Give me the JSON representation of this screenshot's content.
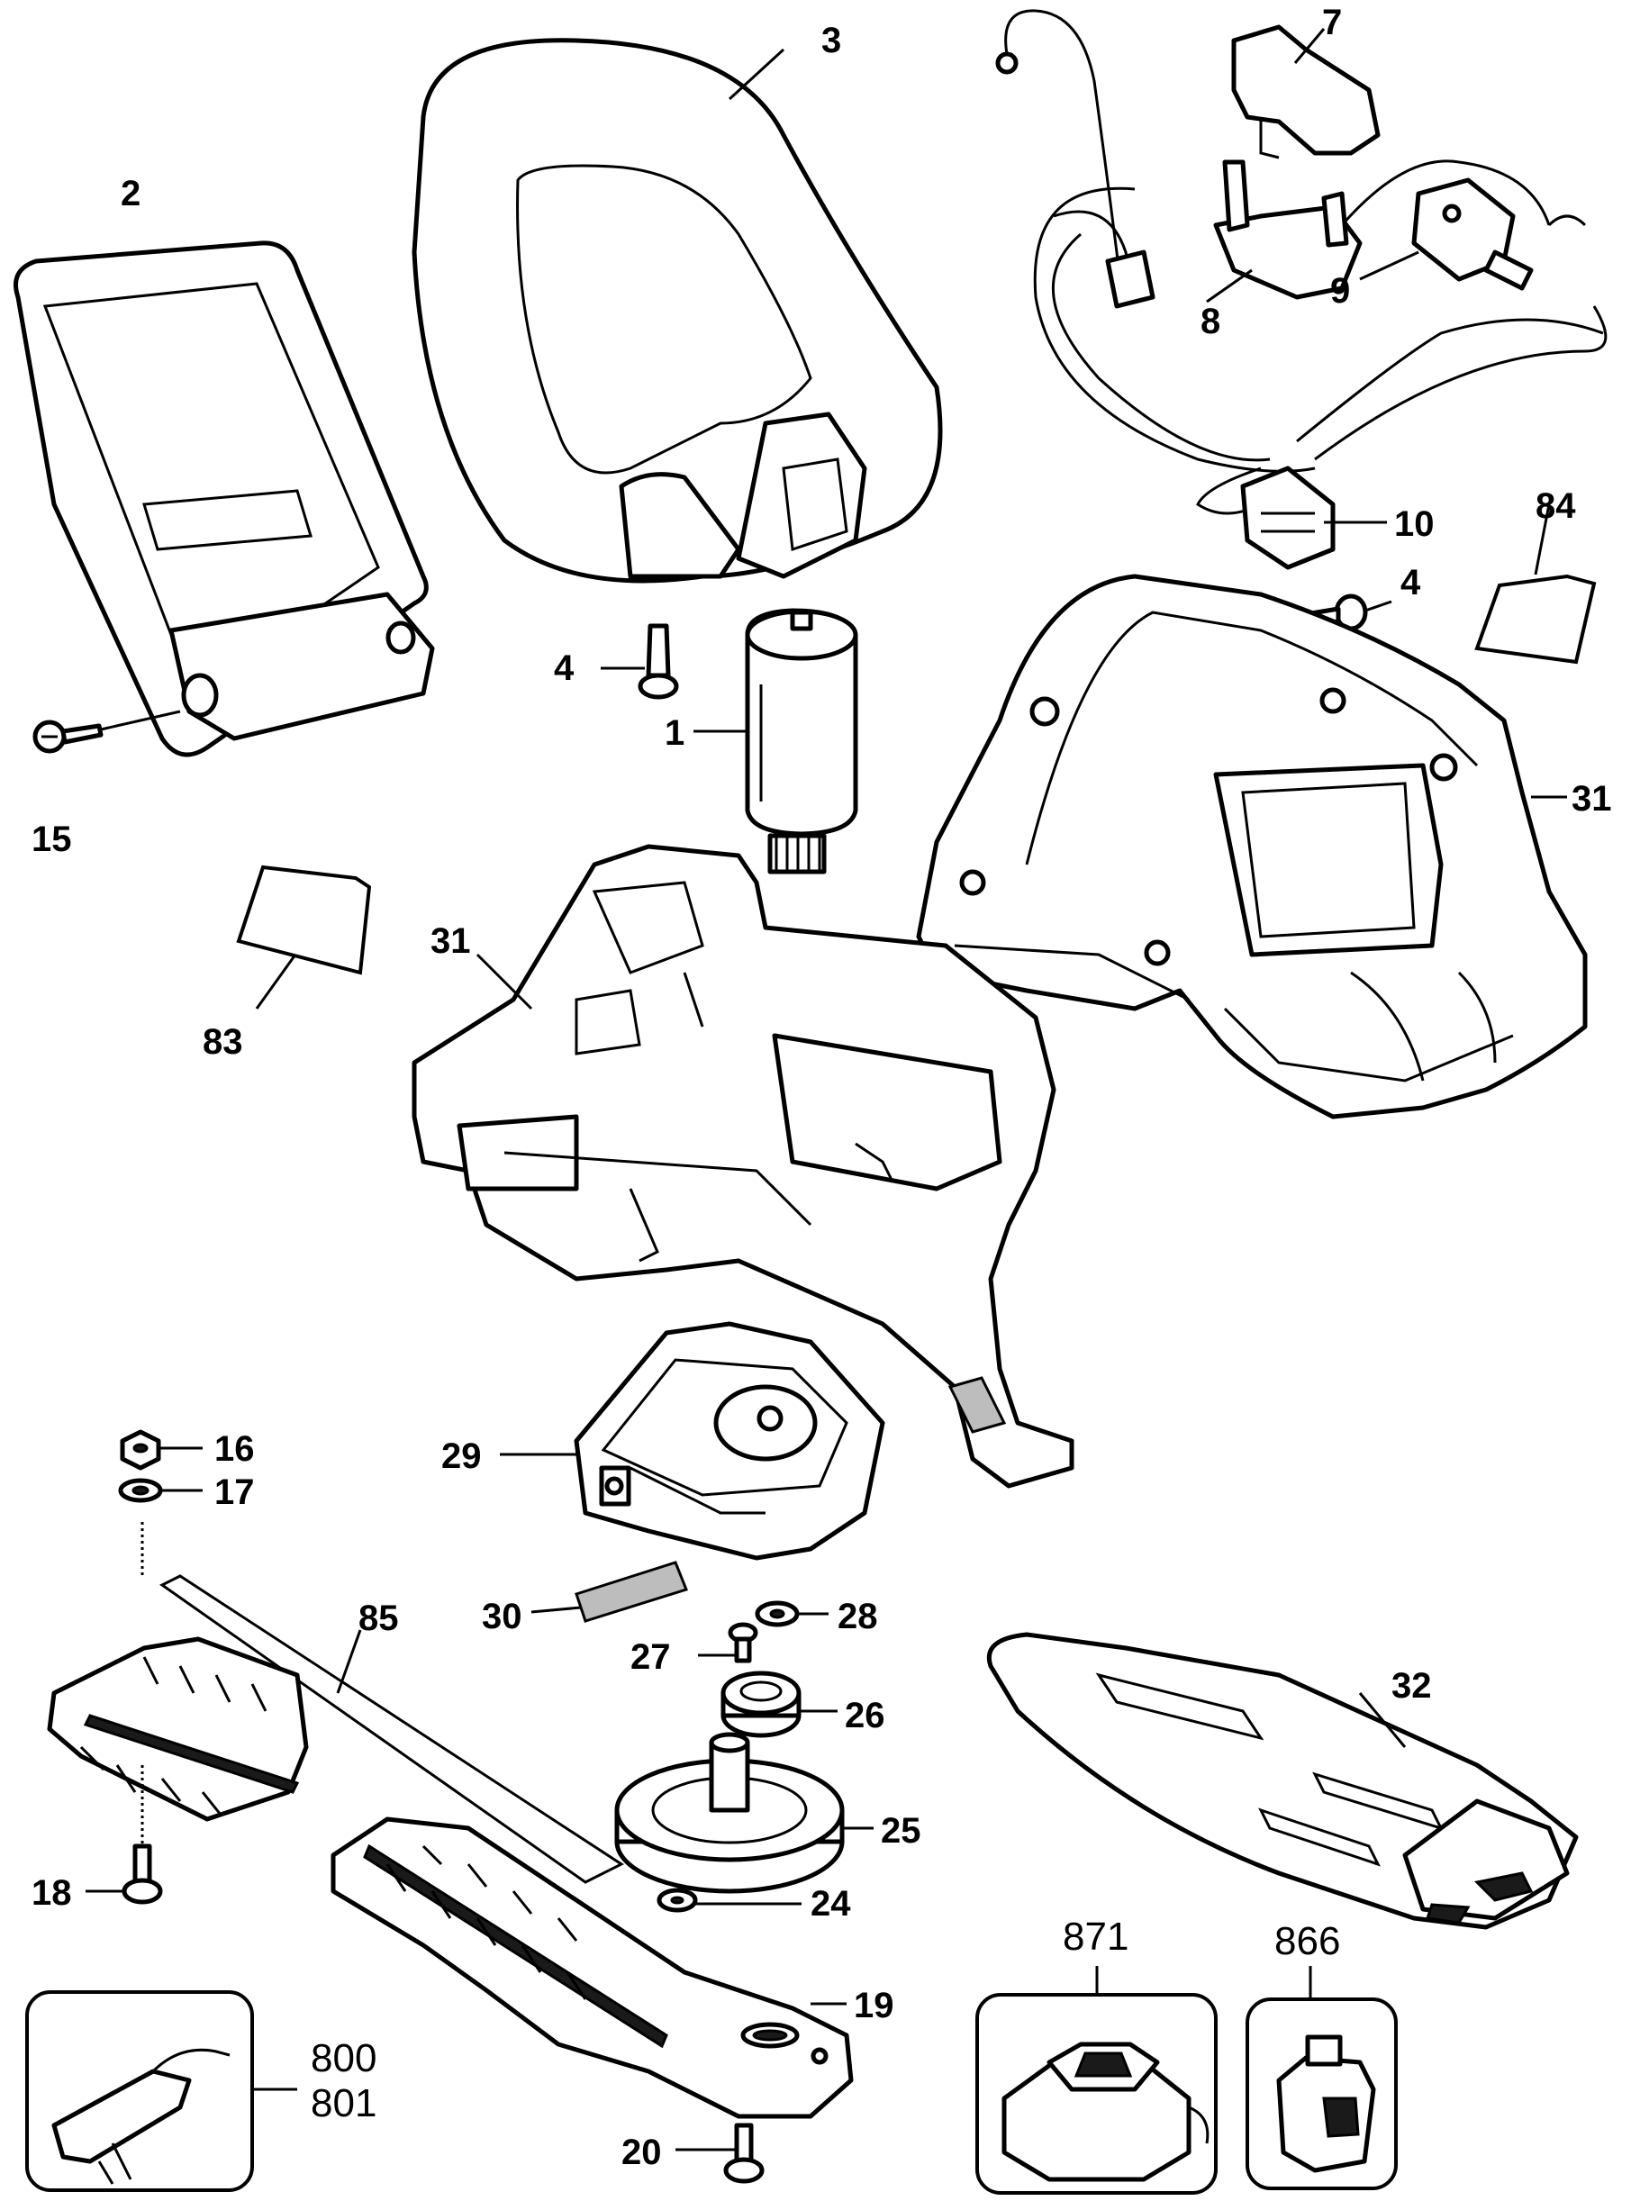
{
  "labels": {
    "p1": "1",
    "p2": "2",
    "p3": "3",
    "p4a": "4",
    "p4b": "4",
    "p7": "7",
    "p8": "8",
    "p9": "9",
    "p10": "10",
    "p15": "15",
    "p16": "16",
    "p17": "17",
    "p18": "18",
    "p19": "19",
    "p20": "20",
    "p24": "24",
    "p25": "25",
    "p26": "26",
    "p27": "27",
    "p28": "28",
    "p29": "29",
    "p30": "30",
    "p31a": "31",
    "p31b": "31",
    "p32": "32",
    "p83": "83",
    "p84": "84",
    "p85": "85",
    "p800": "800",
    "p801": "801",
    "p866": "866",
    "p871": "871"
  }
}
